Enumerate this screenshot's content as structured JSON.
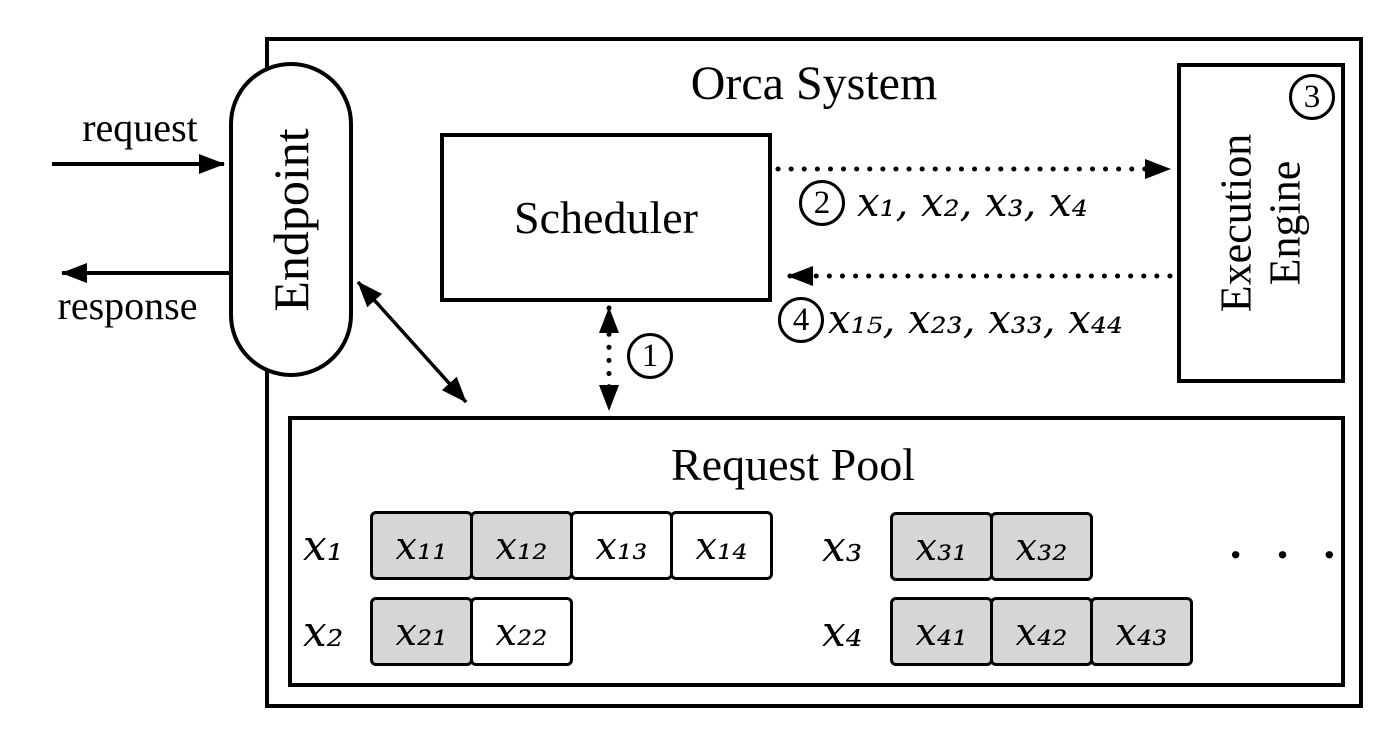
{
  "title": "Orca System",
  "io": {
    "request": "request",
    "response": "response"
  },
  "endpoint": {
    "label": "Endpoint"
  },
  "scheduler": {
    "label": "Scheduler"
  },
  "execution_engine": {
    "line1": "Execution",
    "line2": "Engine",
    "step_badge": "3"
  },
  "flows": {
    "step1": {
      "badge": "1",
      "description": "scheduler-request-pool-exchange"
    },
    "step2": {
      "badge": "2",
      "label": "x₁, x₂, x₃, x₄"
    },
    "step4": {
      "badge": "4",
      "label": "x₁₅, x₂₃, x₃₃, x₄₄"
    }
  },
  "request_pool": {
    "title": "Request Pool",
    "ellipsis": "· · ·",
    "rows": [
      {
        "label": "x₁",
        "cells": [
          {
            "text": "x₁₁",
            "state": "filled"
          },
          {
            "text": "x₁₂",
            "state": "filled"
          },
          {
            "text": "x₁₃",
            "state": "open"
          },
          {
            "text": "x₁₄",
            "state": "open"
          }
        ]
      },
      {
        "label": "x₂",
        "cells": [
          {
            "text": "x₂₁",
            "state": "filled"
          },
          {
            "text": "x₂₂",
            "state": "open"
          }
        ]
      },
      {
        "label": "x₃",
        "cells": [
          {
            "text": "x₃₁",
            "state": "filled"
          },
          {
            "text": "x₃₂",
            "state": "filled"
          }
        ]
      },
      {
        "label": "x₄",
        "cells": [
          {
            "text": "x₄₁",
            "state": "filled"
          },
          {
            "text": "x₄₂",
            "state": "filled"
          },
          {
            "text": "x₄₃",
            "state": "filled"
          }
        ]
      }
    ]
  },
  "colors": {
    "filled_cell": "#d6d6d6",
    "open_cell": "#ffffff",
    "line": "#000000",
    "background": "#ffffff"
  }
}
